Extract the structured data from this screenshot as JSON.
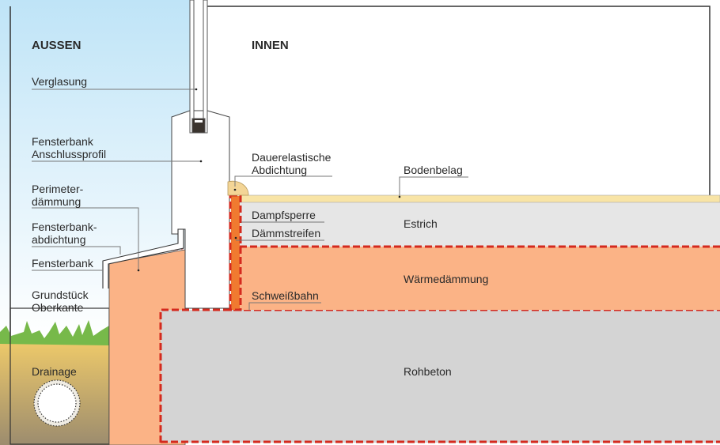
{
  "headers": {
    "outside": "AUSSEN",
    "inside": "INNEN"
  },
  "labels": {
    "verglasung": "Verglasung",
    "anschlussprofil_1": "Fensterbank",
    "anschlussprofil_2": "Anschlussprofil",
    "perimeter_1": "Perimeter-",
    "perimeter_2": "dämmung",
    "abdichtung_1": "Fensterbank-",
    "abdichtung_2": "abdichtung",
    "fensterbank": "Fensterbank",
    "grundstueck_1": "Grundstück",
    "grundstueck_2": "Oberkante",
    "drainage": "Drainage",
    "dauerelastisch_1": "Dauerelastische",
    "dauerelastisch_2": "Abdichtung",
    "bodenbelag": "Bodenbelag",
    "dampfsperre": "Dampfsperre",
    "daemmstreifen": "Dämmstreifen",
    "estrich": "Estrich",
    "waermedaemmung": "Wärmedämmung",
    "schweissbahn": "Schweißbahn",
    "rohbeton": "Rohbeton"
  },
  "colors": {
    "insulation": "#fbb386",
    "edge_strip": "#f07a30",
    "screed": "#e6e6e6",
    "concrete": "#d4d4d4",
    "floor_covering": "#f8e4a6",
    "sealant": "#f3d596",
    "seal_dash": "#d42a1e",
    "grass": "#77b94a"
  }
}
